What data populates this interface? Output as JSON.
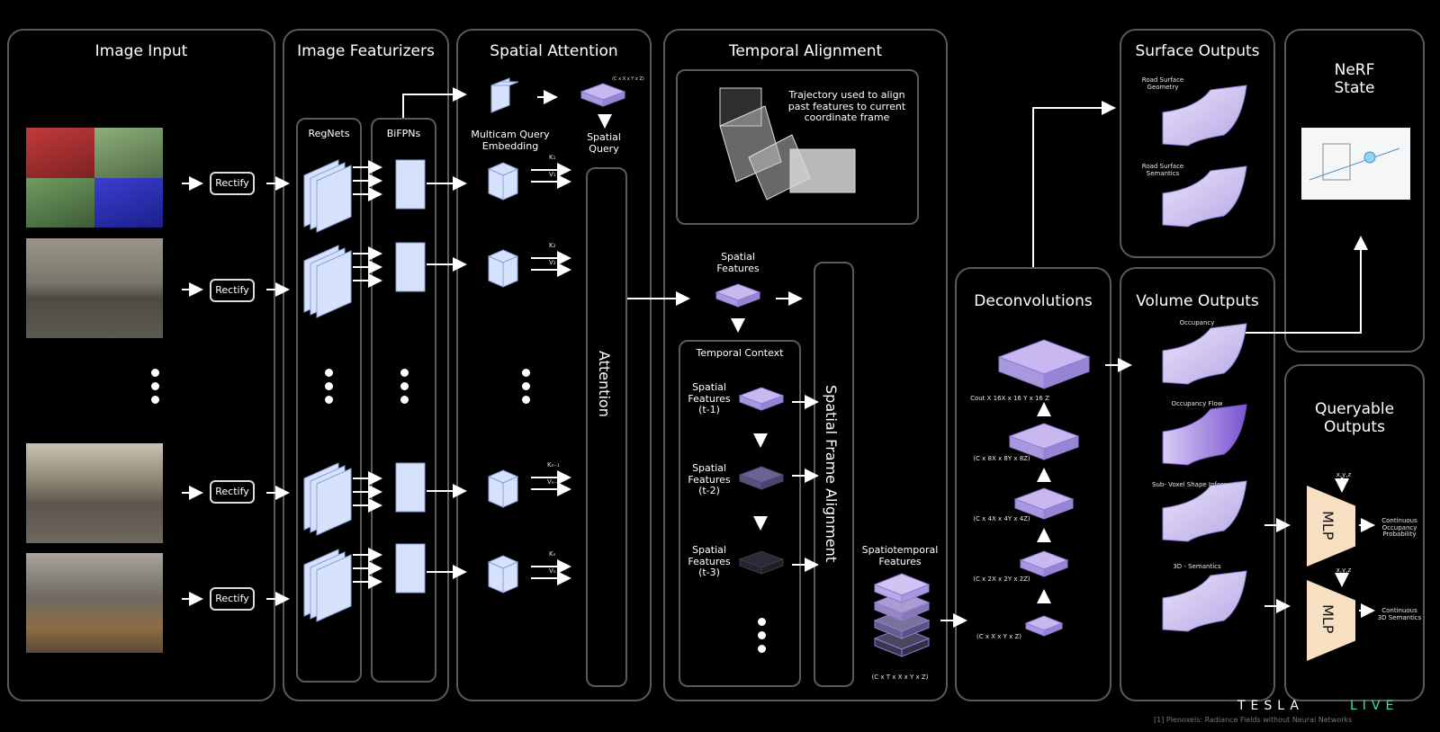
{
  "panels": {
    "image_input": "Image Input",
    "image_featurizers": "Image Featurizers",
    "spatial_attention": "Spatial Attention",
    "temporal_alignment": "Temporal Alignment",
    "deconvolutions": "Deconvolutions",
    "surface_outputs": "Surface Outputs",
    "volume_outputs": "Volume Outputs",
    "nerf_state": "NeRF\nState",
    "queryable_outputs": "Queryable\nOutputs"
  },
  "image_input": {
    "rectify_label": "Rectify"
  },
  "featurizers": {
    "regnets": "RegNets",
    "bifpns": "BiFPNs"
  },
  "spatial_attention": {
    "multicam": "Multicam Query\nEmbedding",
    "spatial_query": "Spatial\nQuery",
    "query_dims": "(C x X x Y x Z)",
    "attention": "Attention",
    "kv": [
      [
        "K₁",
        "V₁"
      ],
      [
        "K₂",
        "V₂"
      ],
      [
        "Kₙ₋₁",
        "Vₙ₋₁"
      ],
      [
        "Kₙ",
        "Vₙ"
      ]
    ]
  },
  "temporal": {
    "trajectory": "Trajectory used to align\npast features to current\ncoordinate frame",
    "spatial_features": "Spatial\nFeatures",
    "temporal_context": "Temporal Context",
    "t1": "Spatial\nFeatures\n(t-1)",
    "t2": "Spatial\nFeatures\n(t-2)",
    "t3": "Spatial\nFeatures\n(t-3)",
    "spatial_frame_alignment": "Spatial Frame Alignment",
    "spatiotemporal": "Spatiotemporal\nFeatures",
    "st_dims": "(C x T x X x Y x Z)"
  },
  "deconv": {
    "dims": [
      "Cout X 16X x 16 Y x 16 Z",
      "(C x 8X x 8Y x 8Z)",
      "(C x 4X x 4Y x 4Z)",
      "(C x 2X x 2Y x 2Z)",
      "(C x X x Y x Z)"
    ]
  },
  "surface": {
    "geometry": "Road Surface\nGeometry",
    "semantics": "Road Surface\nSemantics"
  },
  "volume": {
    "occupancy": "Occupancy",
    "occupancy_flow": "Occupancy Flow",
    "subvoxel": "Sub- Voxel Shape Information",
    "semantics3d": "3D - Semantics"
  },
  "queryable": {
    "mlp": "MLP",
    "xyz": "x,y,z",
    "out1": "Continuous\nOccupancy\nProbability",
    "out2": "Continuous\n3D Semantics"
  },
  "branding": {
    "tesla": "TESLA",
    "live": "LIVE"
  },
  "footnote": "[1] Plenoxels: Radiance Fields without Neural Networks",
  "colors": {
    "cube_light": "#c9b8f0",
    "cube_dark": "#8f7cd6",
    "feature_blue": "#d6e2fb",
    "mlp": "#f7dfc2",
    "panel_border": "#5a5a5a"
  }
}
